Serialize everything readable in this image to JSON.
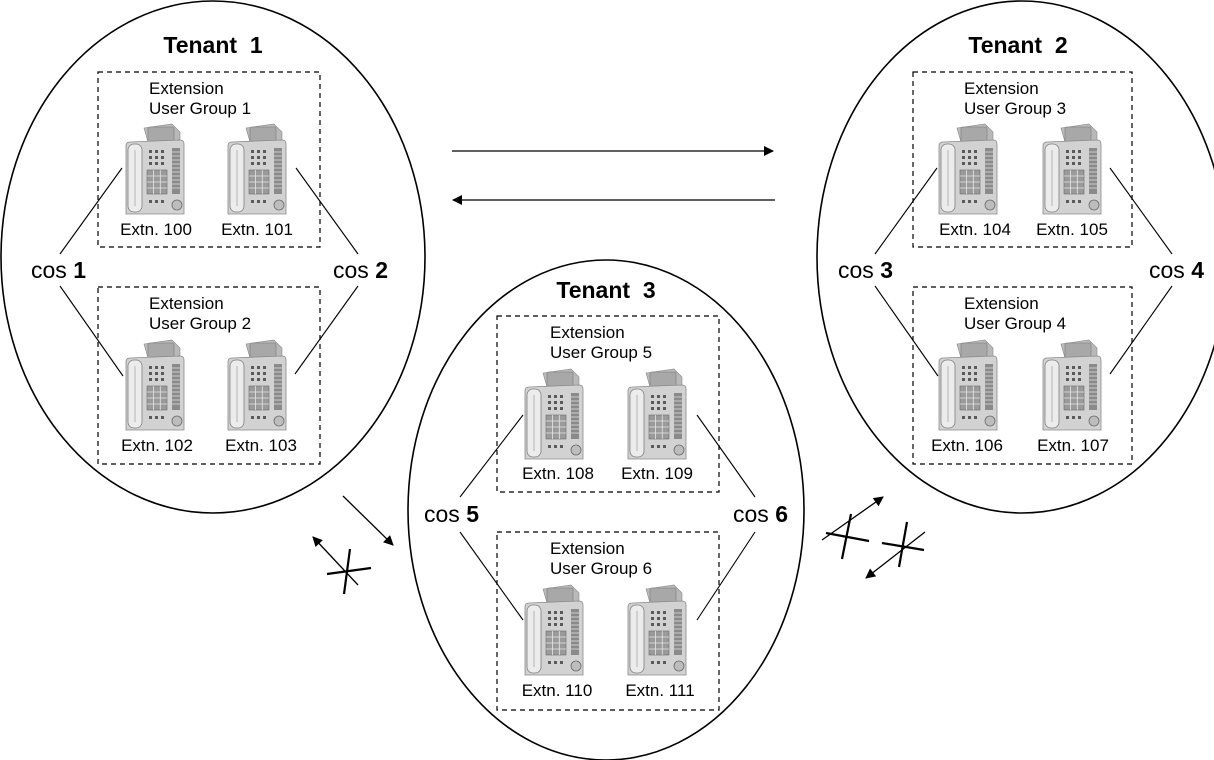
{
  "tenants": [
    {
      "title": "Tenant  1"
    },
    {
      "title": "Tenant  2"
    },
    {
      "title": "Tenant  3"
    }
  ],
  "groups": [
    {
      "line1": "Extension",
      "line2": "User Group 1",
      "ext_a": "Extn. 100",
      "ext_b": "Extn. 101"
    },
    {
      "line1": "Extension",
      "line2": "User Group 2",
      "ext_a": "Extn. 102",
      "ext_b": "Extn. 103"
    },
    {
      "line1": "Extension",
      "line2": "User Group 3",
      "ext_a": "Extn. 104",
      "ext_b": "Extn. 105"
    },
    {
      "line1": "Extension",
      "line2": "User Group 4",
      "ext_a": "Extn. 106",
      "ext_b": "Extn. 107"
    },
    {
      "line1": "Extension",
      "line2": "User Group 5",
      "ext_a": "Extn. 108",
      "ext_b": "Extn. 109"
    },
    {
      "line1": "Extension",
      "line2": "User Group 6",
      "ext_a": "Extn. 110",
      "ext_b": "Extn. 111"
    }
  ],
  "cos": [
    {
      "word": "cos",
      "num": "1"
    },
    {
      "word": "cos",
      "num": "2"
    },
    {
      "word": "cos",
      "num": "3"
    },
    {
      "word": "cos",
      "num": "4"
    },
    {
      "word": "cos",
      "num": "5"
    },
    {
      "word": "cos",
      "num": "6"
    }
  ],
  "icons": {
    "extension": "desk-phone-icon",
    "blocked": "blocked-cross-icon"
  },
  "colors": {
    "lines": "#000000",
    "phone_body": "#d2d2d2",
    "phone_screen": "#a8a8a8"
  }
}
